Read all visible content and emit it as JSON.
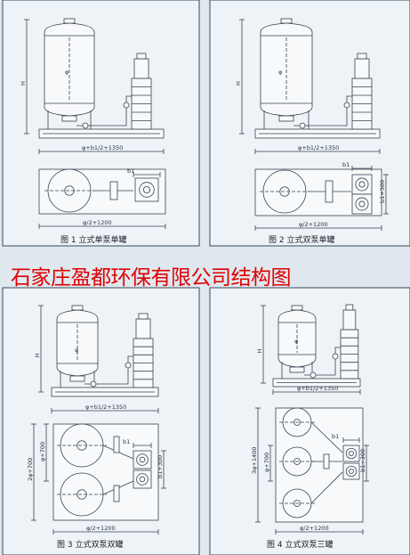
{
  "banner": {
    "text": "石家庄盈都环保有限公司结构图",
    "color": "#e00000"
  },
  "colors": {
    "background": "#dfe8ef",
    "panel": "#eef3f7",
    "line": "#39424e",
    "panel_border": "#3a4a5a"
  },
  "figures": [
    {
      "caption": "图 1  立式单泵单罐",
      "dims": {
        "H": "H",
        "phi": "φ",
        "base": "φ+b1/2+1350",
        "plan_w": "φ/2+1200",
        "b1": "b1"
      }
    },
    {
      "caption": "图 2  立式双泵单罐",
      "dims": {
        "H": "H",
        "phi": "φ",
        "base": "φ+b1/2+1350",
        "plan_w": "φ/2+1200",
        "b1": "b1",
        "plan_h": "b1+300"
      }
    },
    {
      "caption": "图 3  立式双泵双罐",
      "dims": {
        "H": "H",
        "phi": "φ",
        "base": "φ+b1/2+1350",
        "plan_w": "φ/2+1200",
        "b1": "b1",
        "left_h": "2φ+700",
        "tank_h": "φ+700",
        "plan_h": "b1+300"
      }
    },
    {
      "caption": "图 4  立式双泵三罐",
      "dims": {
        "H": "H",
        "phi": "φ",
        "base": "φ+b1/2+1350",
        "plan_w": "φ/2+1200",
        "b1": "b1",
        "left_h": "3φ+1400",
        "tank_h": "φ+700",
        "plan_h": "b1+300"
      }
    }
  ]
}
